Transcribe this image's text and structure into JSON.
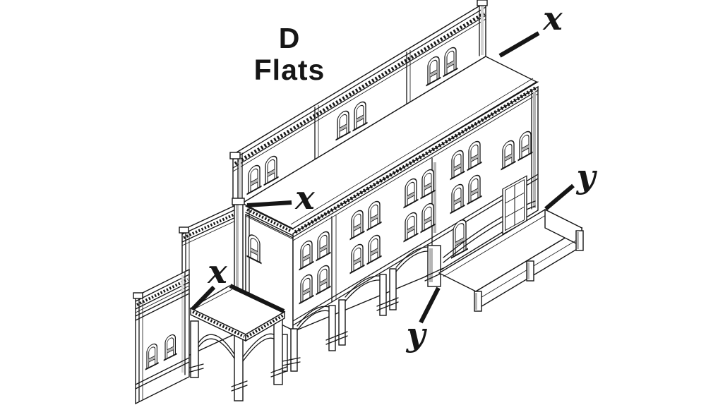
{
  "figure": {
    "title": {
      "line1": "D",
      "line2": "Flats"
    },
    "callouts": {
      "x_top_right": "x",
      "x_middle": "x",
      "x_lower_left": "x",
      "y_right": "y",
      "y_bottom": "y"
    },
    "colors": {
      "line": "#161616",
      "shade": "#b5b5b5",
      "background": "#ffffff"
    }
  }
}
